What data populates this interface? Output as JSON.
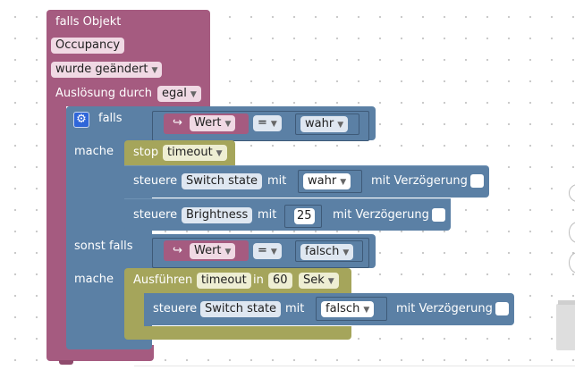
{
  "event_block": {
    "title": "falls Objekt",
    "object": "Occupancy",
    "trigger": "wurde geändert",
    "label_trigger_by": "Auslösung durch",
    "trigger_by_value": "egal"
  },
  "if_block": {
    "if_label": "falls",
    "do_label": "mache",
    "elseif_label": "sonst falls",
    "do2_label": "mache",
    "cond1": {
      "var": "Wert",
      "op": "=",
      "value": "wahr"
    },
    "cond2": {
      "var": "Wert",
      "op": "=",
      "value": "falsch"
    }
  },
  "stop_block": {
    "label": "stop",
    "value": "timeout"
  },
  "control1": {
    "label": "steuere",
    "target": "Switch state",
    "with": "mit",
    "value": "wahr",
    "delay_label": "mit Verzögerung"
  },
  "control2": {
    "label": "steuere",
    "target": "Brightness",
    "with": "mit",
    "value": "25",
    "delay_label": "mit Verzögerung"
  },
  "timeout_block": {
    "label": "Ausführen",
    "name": "timeout",
    "in": "in",
    "amount": "60",
    "unit": "Sek"
  },
  "control3": {
    "label": "steuere",
    "target": "Switch state",
    "with": "mit",
    "value": "falsch",
    "delay_label": "mit Verzögerung"
  },
  "colors": {
    "event": "#a55b80",
    "control": "#5b80a5",
    "timer": "#a5a55b"
  }
}
